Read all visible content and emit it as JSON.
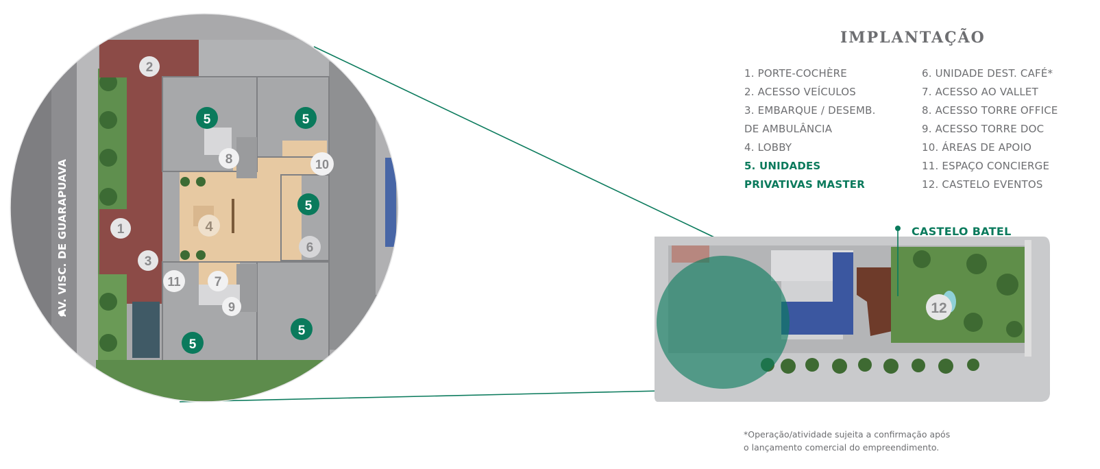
{
  "header": {
    "title": "IMPLANTAÇÃO"
  },
  "legend": {
    "left": [
      "1. PORTE-COCHÈRE",
      "2. ACESSO VEÍCULOS",
      "3. EMBARQUE / DESEMB.",
      "DE AMBULÂNCIA",
      "4. LOBBY",
      "5. UNIDADES",
      "PRIVATIVAS MASTER"
    ],
    "right": [
      "6. UNIDADE DEST. CAFÉ*",
      "7. ACESSO AO VALLET",
      "8. ACESSO TORRE OFFICE",
      "9. ACESSO TORRE DOC",
      "10. ÁREAS DE APOIO",
      "11. ESPAÇO CONCIERGE",
      "12. CASTELO EVENTOS"
    ],
    "highlight_color": "#0a7a5c"
  },
  "map": {
    "street_label": "AV. VISC. DE GUARAPUAVA",
    "castelo_label": "CASTELO BATEL",
    "markers": {
      "m1": "1",
      "m2": "2",
      "m3": "3",
      "m4": "4",
      "m5a": "5",
      "m5b": "5",
      "m5c": "5",
      "m5d": "5",
      "m5e": "5",
      "m6": "6",
      "m7": "7",
      "m8": "8",
      "m9": "9",
      "m10": "10",
      "m11": "11",
      "m12": "12"
    }
  },
  "footnote": {
    "line1": "*Operação/atividade sujeita a confirmação após",
    "line2": "o lançamento comercial do empreendimento."
  },
  "colors": {
    "accent": "#0a7a5c",
    "text": "#6d6e71",
    "paving_red": "#8c4b47",
    "floor_tan": "#e7c9a2"
  }
}
